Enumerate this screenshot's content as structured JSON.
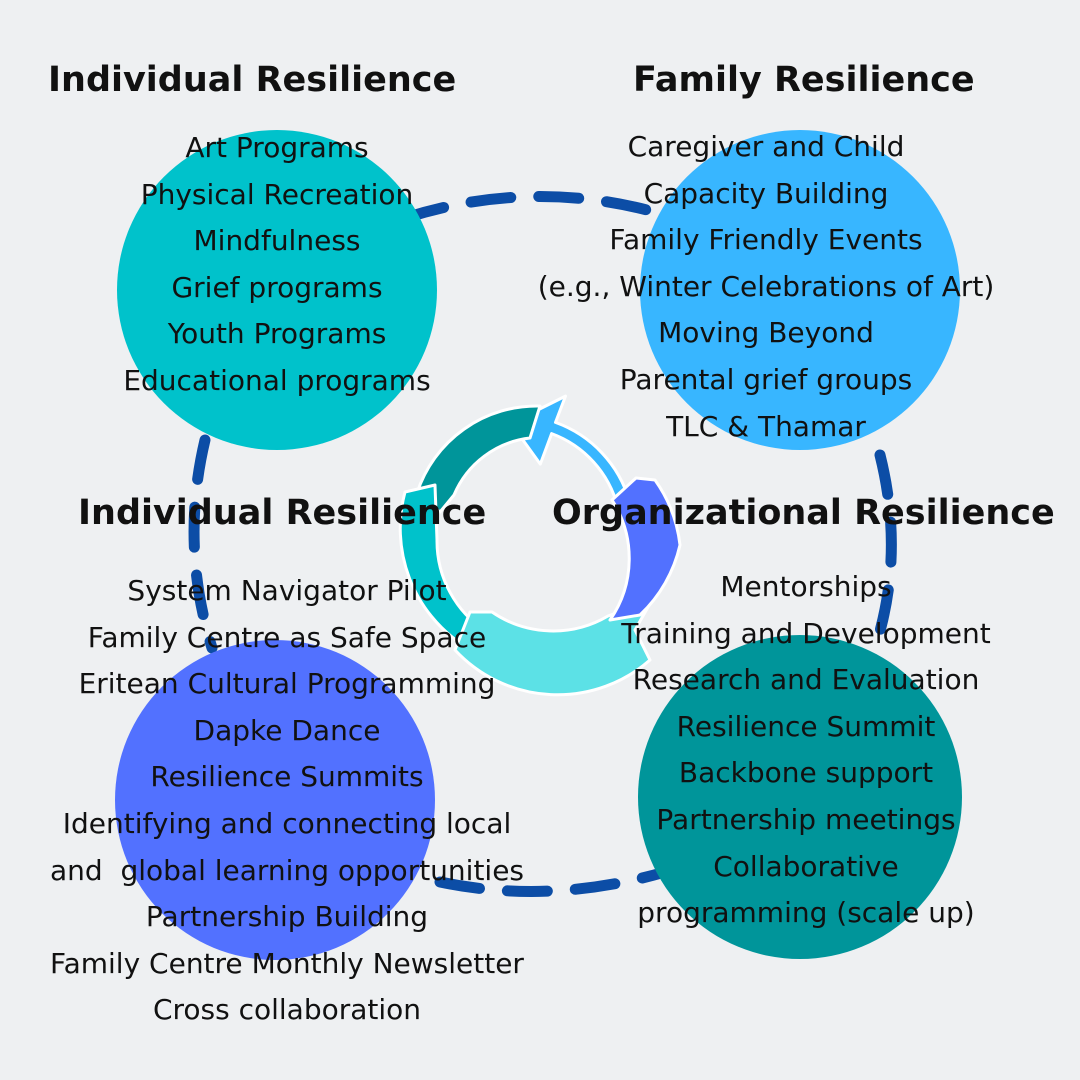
{
  "quadrants": {
    "top_left": {
      "title": "Individual Resilience",
      "items": [
        "Art Programs",
        "Physical Recreation",
        "Mindfulness",
        "Grief programs",
        "Youth Programs",
        "Educational programs"
      ]
    },
    "top_right": {
      "title": "Family Resilience",
      "items": [
        "Caregiver and Child",
        "Capacity Building",
        "Family Friendly Events",
        "(e.g., Winter Celebrations of Art)",
        "Moving Beyond",
        "Parental grief groups",
        "TLC & Thamar"
      ]
    },
    "bottom_left": {
      "title": "Individual Resilience",
      "items": [
        "System Navigator Pilot",
        "Family Centre as Safe Space",
        "Eritean Cultural Programming",
        "Dapke Dance",
        "Resilience Summits",
        "Identifying and connecting local",
        "and  global learning opportunities",
        "Partnership Building",
        "Family Centre Monthly Newsletter",
        "Cross collaboration"
      ]
    },
    "bottom_right": {
      "title": "Organizational Resilience",
      "items": [
        "Mentorships",
        "Training and Development",
        "Research and Evaluation",
        "Resilience Summit",
        "Backbone support",
        "Partnership meetings",
        "Collaborative",
        "programming (scale up)"
      ]
    }
  },
  "colors": {
    "background": "#eef0f2",
    "top_left_circle": "#00c2cb",
    "top_right_circle": "#38b6ff",
    "bottom_left_circle": "#5271ff",
    "bottom_right_circle": "#00959a",
    "dashed_connector": "#0c4da6",
    "arrow_top": "#38b6ff",
    "arrow_left": "#00959a",
    "arrow_lower_left": "#00c2cb",
    "arrow_bottom": "#5ce1e6",
    "arrow_right": "#5271ff"
  },
  "icons": [
    "circular-cycle-arrows"
  ]
}
